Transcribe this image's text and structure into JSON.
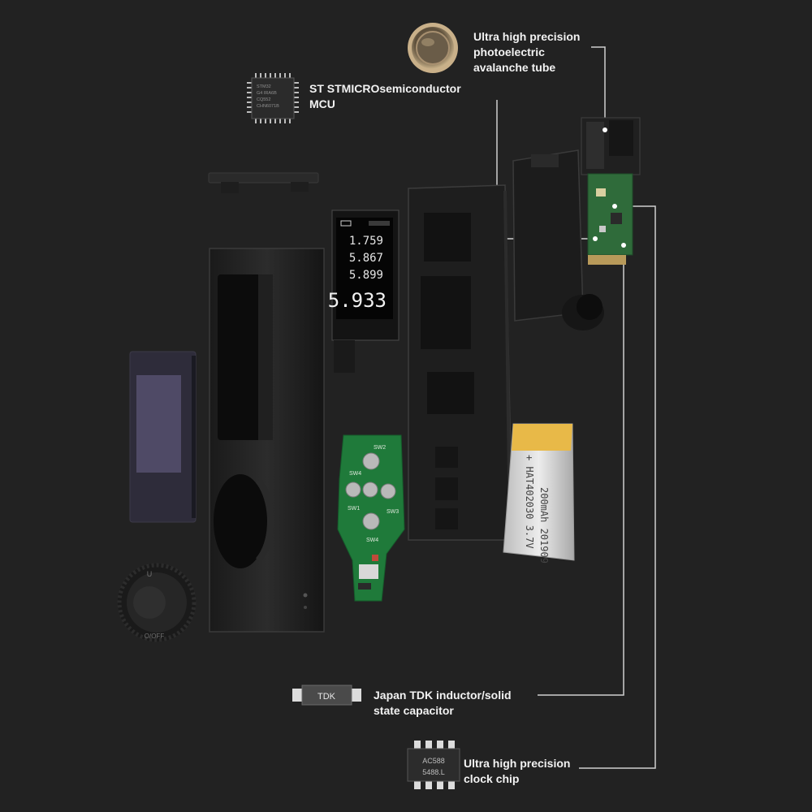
{
  "callouts": {
    "photodiode": {
      "line1": "Ultra high precision",
      "line2": "photoelectric",
      "line3": "avalanche tube"
    },
    "mcu": {
      "line1": "ST STMICROsemiconductor",
      "line2": "MCU",
      "chip_text": [
        "STM32",
        "G4 IRA6B",
        "CQ552",
        "CHN6071B"
      ]
    },
    "tdk": {
      "line1": "Japan TDK inductor/solid",
      "line2": "state capacitor",
      "part_text": "TDK"
    },
    "clock": {
      "line1": "Ultra high precision",
      "line2": "clock chip",
      "chip_line1": "AC588",
      "chip_line2": "5488.L"
    }
  },
  "display": {
    "rows": [
      "1.759",
      "5.867",
      "5.899"
    ],
    "main": "5.933"
  },
  "keypad": {
    "keys": [
      "SW2",
      "SW4",
      "SW1",
      "SW3",
      "SW4"
    ]
  },
  "battery": {
    "text1": "+ HAT402030 3.7V",
    "text2": "200mAh 201909"
  },
  "power_button": {
    "label": "O/OFF",
    "mark": "U"
  },
  "colors": {
    "background": "#222222",
    "label": "#f2f2f2",
    "pcb": "#1f7a3a",
    "leader": "#cfcfcf"
  }
}
